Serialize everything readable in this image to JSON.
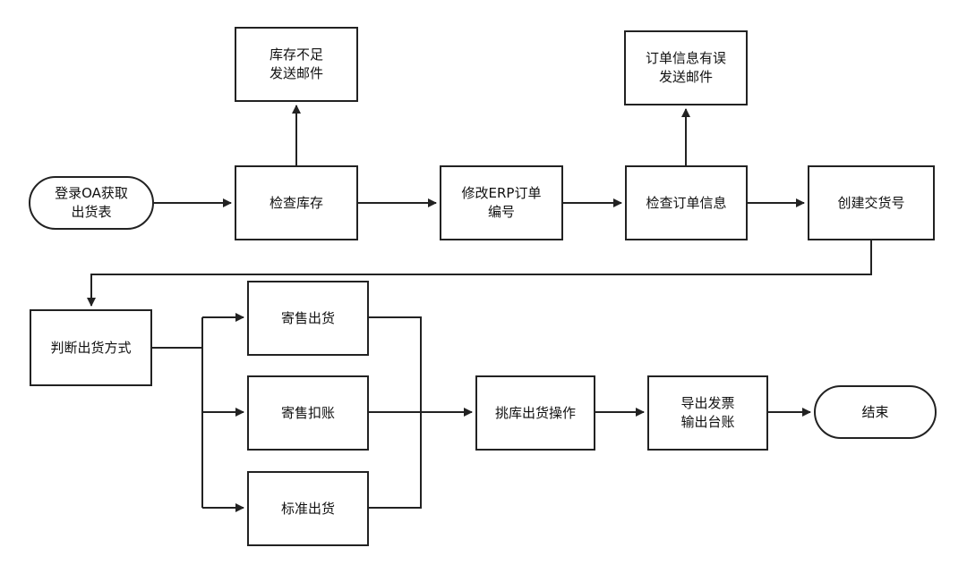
{
  "nodes": {
    "login": "登录OA获取\n出货表",
    "check_stock": "检查库存",
    "stock_short": "库存不足\n发送邮件",
    "modify_erp": "修改ERP订单\n编号",
    "check_order": "检查订单信息",
    "order_error": "订单信息有误\n发送邮件",
    "create_delivery": "创建交货号",
    "judge_method": "判断出货方式",
    "consign_ship": "寄售出货",
    "consign_deduct": "寄售扣账",
    "standard_ship": "标准出货",
    "pick_ship": "挑库出货操作",
    "export_invoice": "导出发票\n输出台账",
    "end": "结束"
  },
  "colors": {
    "stroke": "#222222",
    "fill": "#ffffff",
    "text": "#111111"
  }
}
